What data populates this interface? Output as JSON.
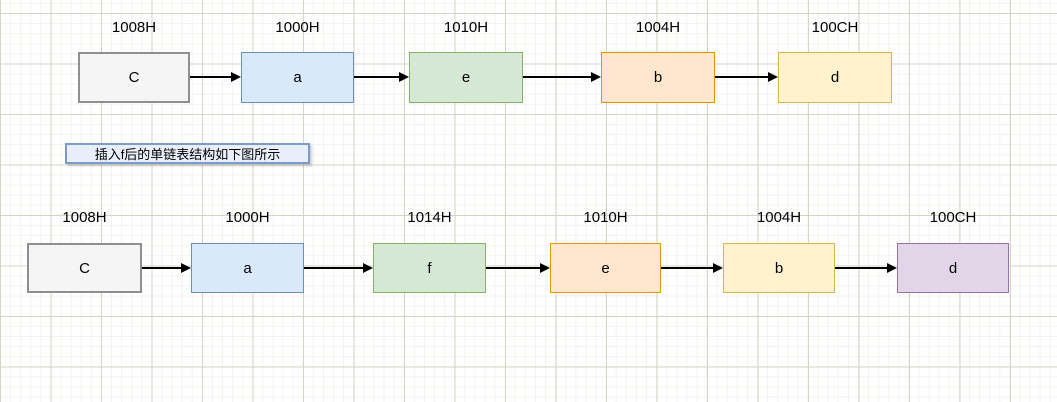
{
  "diagram": {
    "canvas": {
      "background": "#ffffff",
      "grid_minor_color": "#f4f2ec",
      "grid_major_color": "#d6d3c8",
      "arrow_color": "#000000"
    },
    "palette": {
      "gray": {
        "fill": "#f5f5f5",
        "stroke": "#8f8f8f"
      },
      "blue": {
        "fill": "#dae8fc",
        "stroke": "#6c8ebf"
      },
      "green": {
        "fill": "#d5e8d4",
        "stroke": "#82b366"
      },
      "orange": {
        "fill": "#ffe6cc",
        "stroke": "#d79b00"
      },
      "yellow": {
        "fill": "#fff2cc",
        "stroke": "#d6b656"
      },
      "purple": {
        "fill": "#e1d5e7",
        "stroke": "#9673a6"
      },
      "caption": {
        "fill": "#e8effa",
        "stroke": "#7b9bc9"
      }
    },
    "caption": {
      "text": "插入f后的单链表结构如下图所示"
    },
    "rows": [
      {
        "name": "list-before-insert",
        "nodes": [
          {
            "address": "1008H",
            "value": "C",
            "color": "gray"
          },
          {
            "address": "1000H",
            "value": "a",
            "color": "blue"
          },
          {
            "address": "1010H",
            "value": "e",
            "color": "green"
          },
          {
            "address": "1004H",
            "value": "b",
            "color": "orange"
          },
          {
            "address": "100CH",
            "value": "d",
            "color": "yellow"
          }
        ]
      },
      {
        "name": "list-after-insert",
        "nodes": [
          {
            "address": "1008H",
            "value": "C",
            "color": "gray"
          },
          {
            "address": "1000H",
            "value": "a",
            "color": "blue"
          },
          {
            "address": "1014H",
            "value": "f",
            "color": "green"
          },
          {
            "address": "1010H",
            "value": "e",
            "color": "orange"
          },
          {
            "address": "1004H",
            "value": "b",
            "color": "yellow"
          },
          {
            "address": "100CH",
            "value": "d",
            "color": "purple"
          }
        ]
      }
    ]
  }
}
